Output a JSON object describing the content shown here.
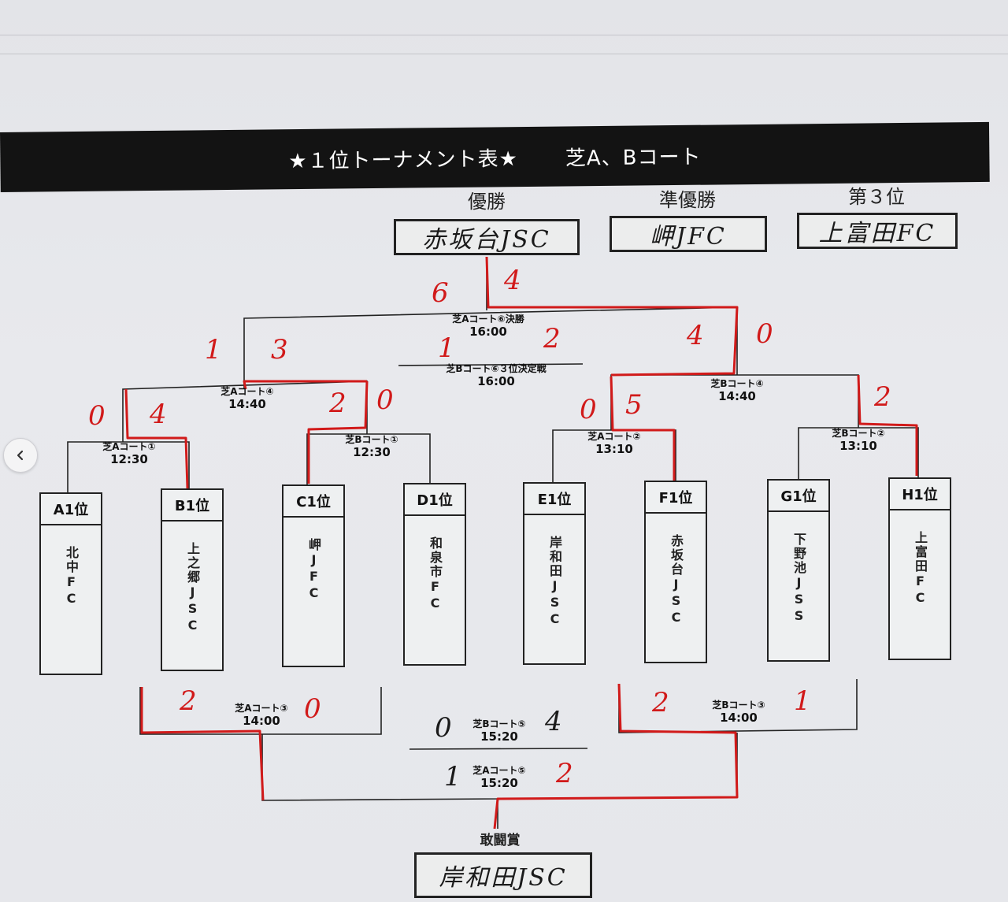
{
  "header": {
    "title": "★１位トーナメント表★",
    "court": "芝A、Bコート"
  },
  "results": {
    "champion_label": "優勝",
    "champion": "赤坂台JSC",
    "runner_up_label": "準優勝",
    "runner_up": "岬JFC",
    "third_label": "第３位",
    "third": "上富田FC",
    "fighting_spirit_label": "敢闘賞",
    "fighting_spirit": "岸和田JSC"
  },
  "teams": [
    {
      "seed": "A1位",
      "name": "北中FC"
    },
    {
      "seed": "B1位",
      "name": "上之郷JSC"
    },
    {
      "seed": "C1位",
      "name": "岬JFC"
    },
    {
      "seed": "D1位",
      "name": "和泉市FC"
    },
    {
      "seed": "E1位",
      "name": "岸和田JSC"
    },
    {
      "seed": "F1位",
      "name": "赤坂台JSC"
    },
    {
      "seed": "G1位",
      "name": "下野池JSS"
    },
    {
      "seed": "H1位",
      "name": "上富田FC"
    }
  ],
  "matches": {
    "m1_left": {
      "court": "芝Aコート①",
      "time": "12:30",
      "score_left": "0",
      "score_right": "4"
    },
    "m1_right": {
      "court": "芝Bコート①",
      "time": "12:30",
      "score_left": "2",
      "score_right": "0"
    },
    "m2_left": {
      "court": "芝Aコート②",
      "time": "13:10",
      "score_left": "0",
      "score_right": "5"
    },
    "m2_right": {
      "court": "芝Bコート②",
      "time": "13:10",
      "score_left": "",
      "score_right": "2"
    },
    "sf_left": {
      "court": "芝Aコート④",
      "time": "14:40",
      "score_left": "1",
      "score_right": "3"
    },
    "sf_right": {
      "court": "芝Bコート④",
      "time": "14:40",
      "score_left": "4",
      "score_right": "0"
    },
    "final": {
      "court": "芝Aコート⑥決勝",
      "time": "16:00",
      "score_left": "6",
      "score_right": "4"
    },
    "third_place": {
      "court": "芝Bコート⑥３位決定戦",
      "time": "16:00",
      "score_left": "1",
      "score_right": "2"
    },
    "lower_left": {
      "court": "芝Aコート③",
      "time": "14:00",
      "score_left": "2",
      "score_right": "0"
    },
    "lower_right": {
      "court": "芝Bコート③",
      "time": "14:00",
      "score_left": "2",
      "score_right": "1"
    },
    "lower_b5": {
      "court": "芝Bコート⑤",
      "time": "15:20",
      "score_left": "0",
      "score_right": "4"
    },
    "lower_a5": {
      "court": "芝Aコート⑤",
      "time": "15:20",
      "score_left": "1",
      "score_right": "2"
    }
  },
  "colors": {
    "ink": "#1a1a1a",
    "winner_line": "#d11a1a",
    "header_bg": "#131313"
  }
}
